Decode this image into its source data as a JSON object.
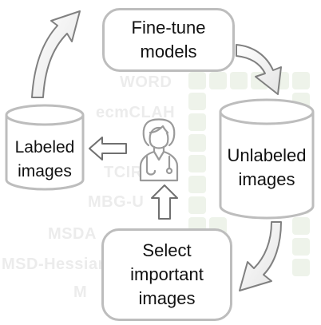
{
  "nodes": {
    "finetune": {
      "line1": "Fine-tune",
      "line2": "models"
    },
    "unlabeled": {
      "line1": "Unlabeled",
      "line2": "images"
    },
    "select": {
      "line1": "Select",
      "line2": "important",
      "line3": "images"
    },
    "labeled": {
      "line1": "Labeled",
      "line2": "images"
    }
  },
  "background_watermark": {
    "lines": [
      "WORD",
      "ecmCLAH",
      "TCIR",
      "MBG-U",
      "MSDA",
      "MSD-Hessian",
      "M"
    ]
  },
  "icons": {
    "annotator": "doctor-stethoscope-icon",
    "flow_arrows": [
      "curved-arrow-up-right",
      "curved-arrow-down-right",
      "curved-arrow-down-left",
      "block-arrow-up",
      "block-arrow-left"
    ]
  },
  "colors": {
    "outline": "#bdbdbd",
    "background_grid": "#eef3ea",
    "text": "#111111"
  }
}
